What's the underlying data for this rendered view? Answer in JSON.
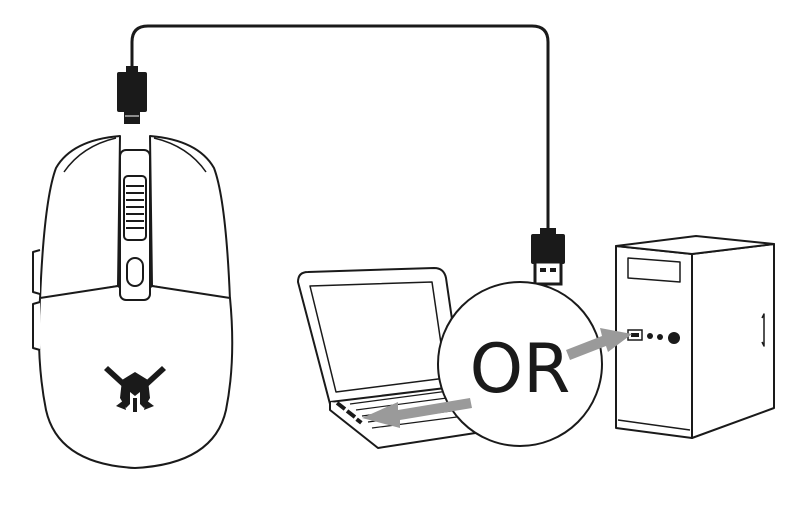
{
  "diagram": {
    "connector_label": "OR"
  },
  "colors": {
    "line": "#1a1a1a",
    "fill": "#ffffff",
    "arrow": "#9a9a9a"
  },
  "icons": {
    "mouse": "gaming-mouse-icon",
    "logo": "knight-helmet-logo",
    "cable": "usb-cable",
    "laptop": "laptop-icon",
    "desktop": "desktop-tower-icon"
  }
}
